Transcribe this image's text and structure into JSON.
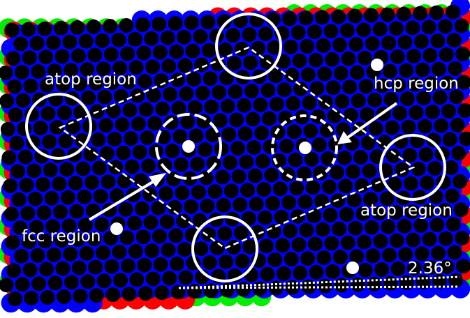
{
  "labels": {
    "atop_top_left": "atop region",
    "hcp": "hcp region",
    "atop_right": "atop region",
    "fcc": "fcc region",
    "angle": "2.36°"
  },
  "colors": {
    "layer_green": "#00ee00",
    "layer_red": "#ff0000",
    "layer_blue": "#0000ff",
    "atom_black": "#000000",
    "overlay": "#ffffff"
  },
  "moire": {
    "twist_angle_deg": 2.36
  }
}
